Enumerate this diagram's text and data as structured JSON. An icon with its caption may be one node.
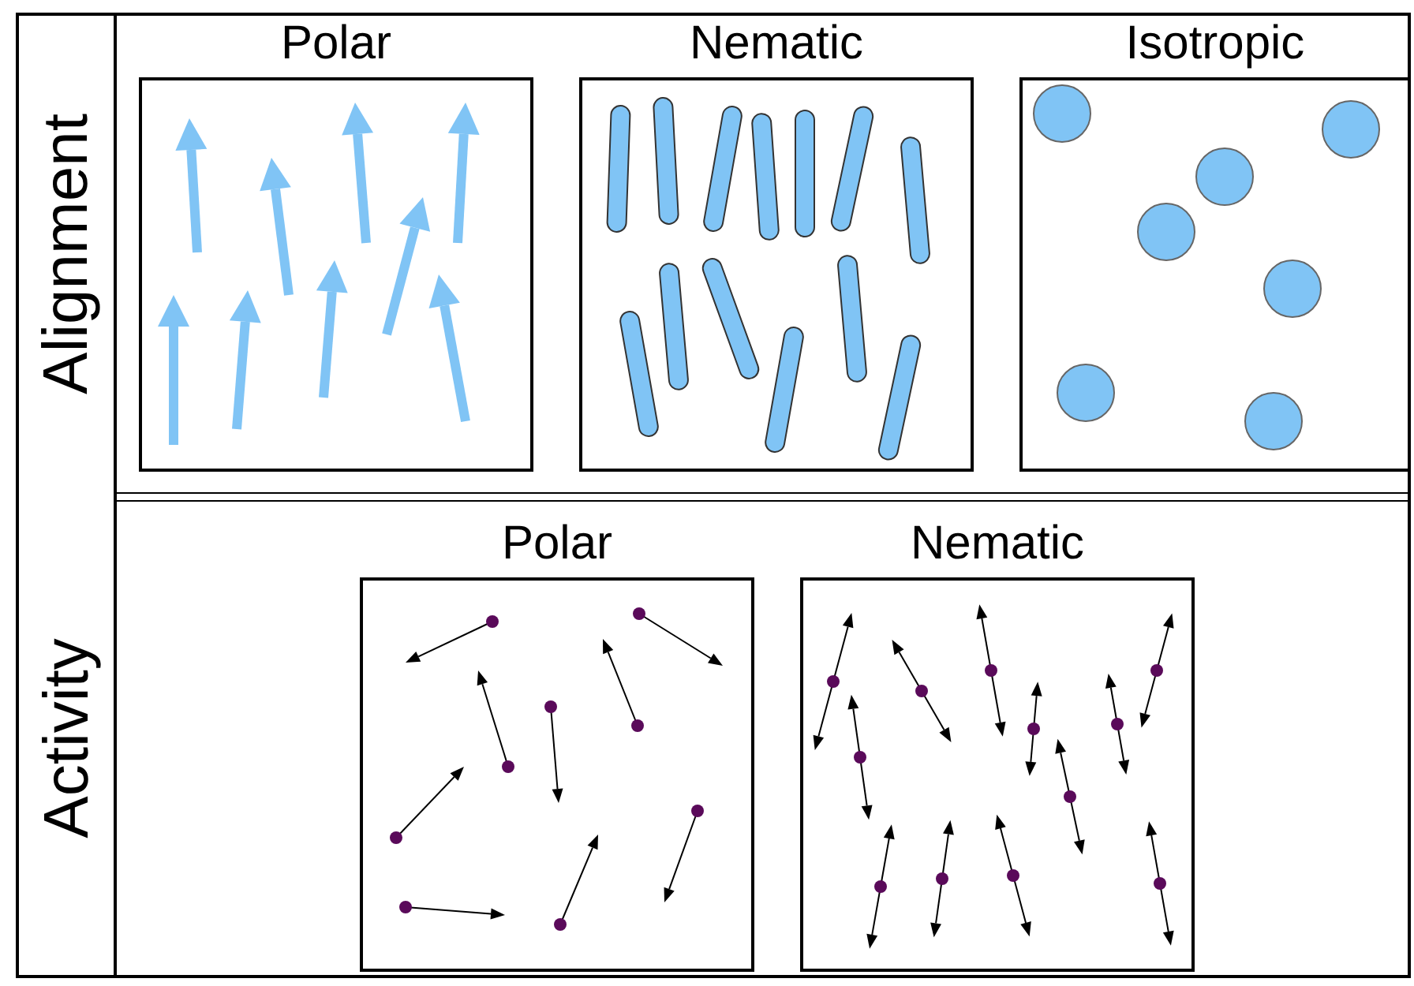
{
  "diagram": {
    "nodes": [
      {
        "text": [
          "Alignment"
        ]
      },
      {
        "text": [
          "Polar"
        ],
        "in": 0
      },
      {
        "text": [
          "Nematic"
        ],
        "in": 0
      },
      {
        "text": [
          "Isotropic"
        ],
        "in": 0
      },
      {
        "text": [
          "Activity"
        ]
      },
      {
        "text": [
          "Polar"
        ],
        "in": 4
      },
      {
        "text": [
          "Nematic"
        ],
        "in": 4
      }
    ]
  }
}
